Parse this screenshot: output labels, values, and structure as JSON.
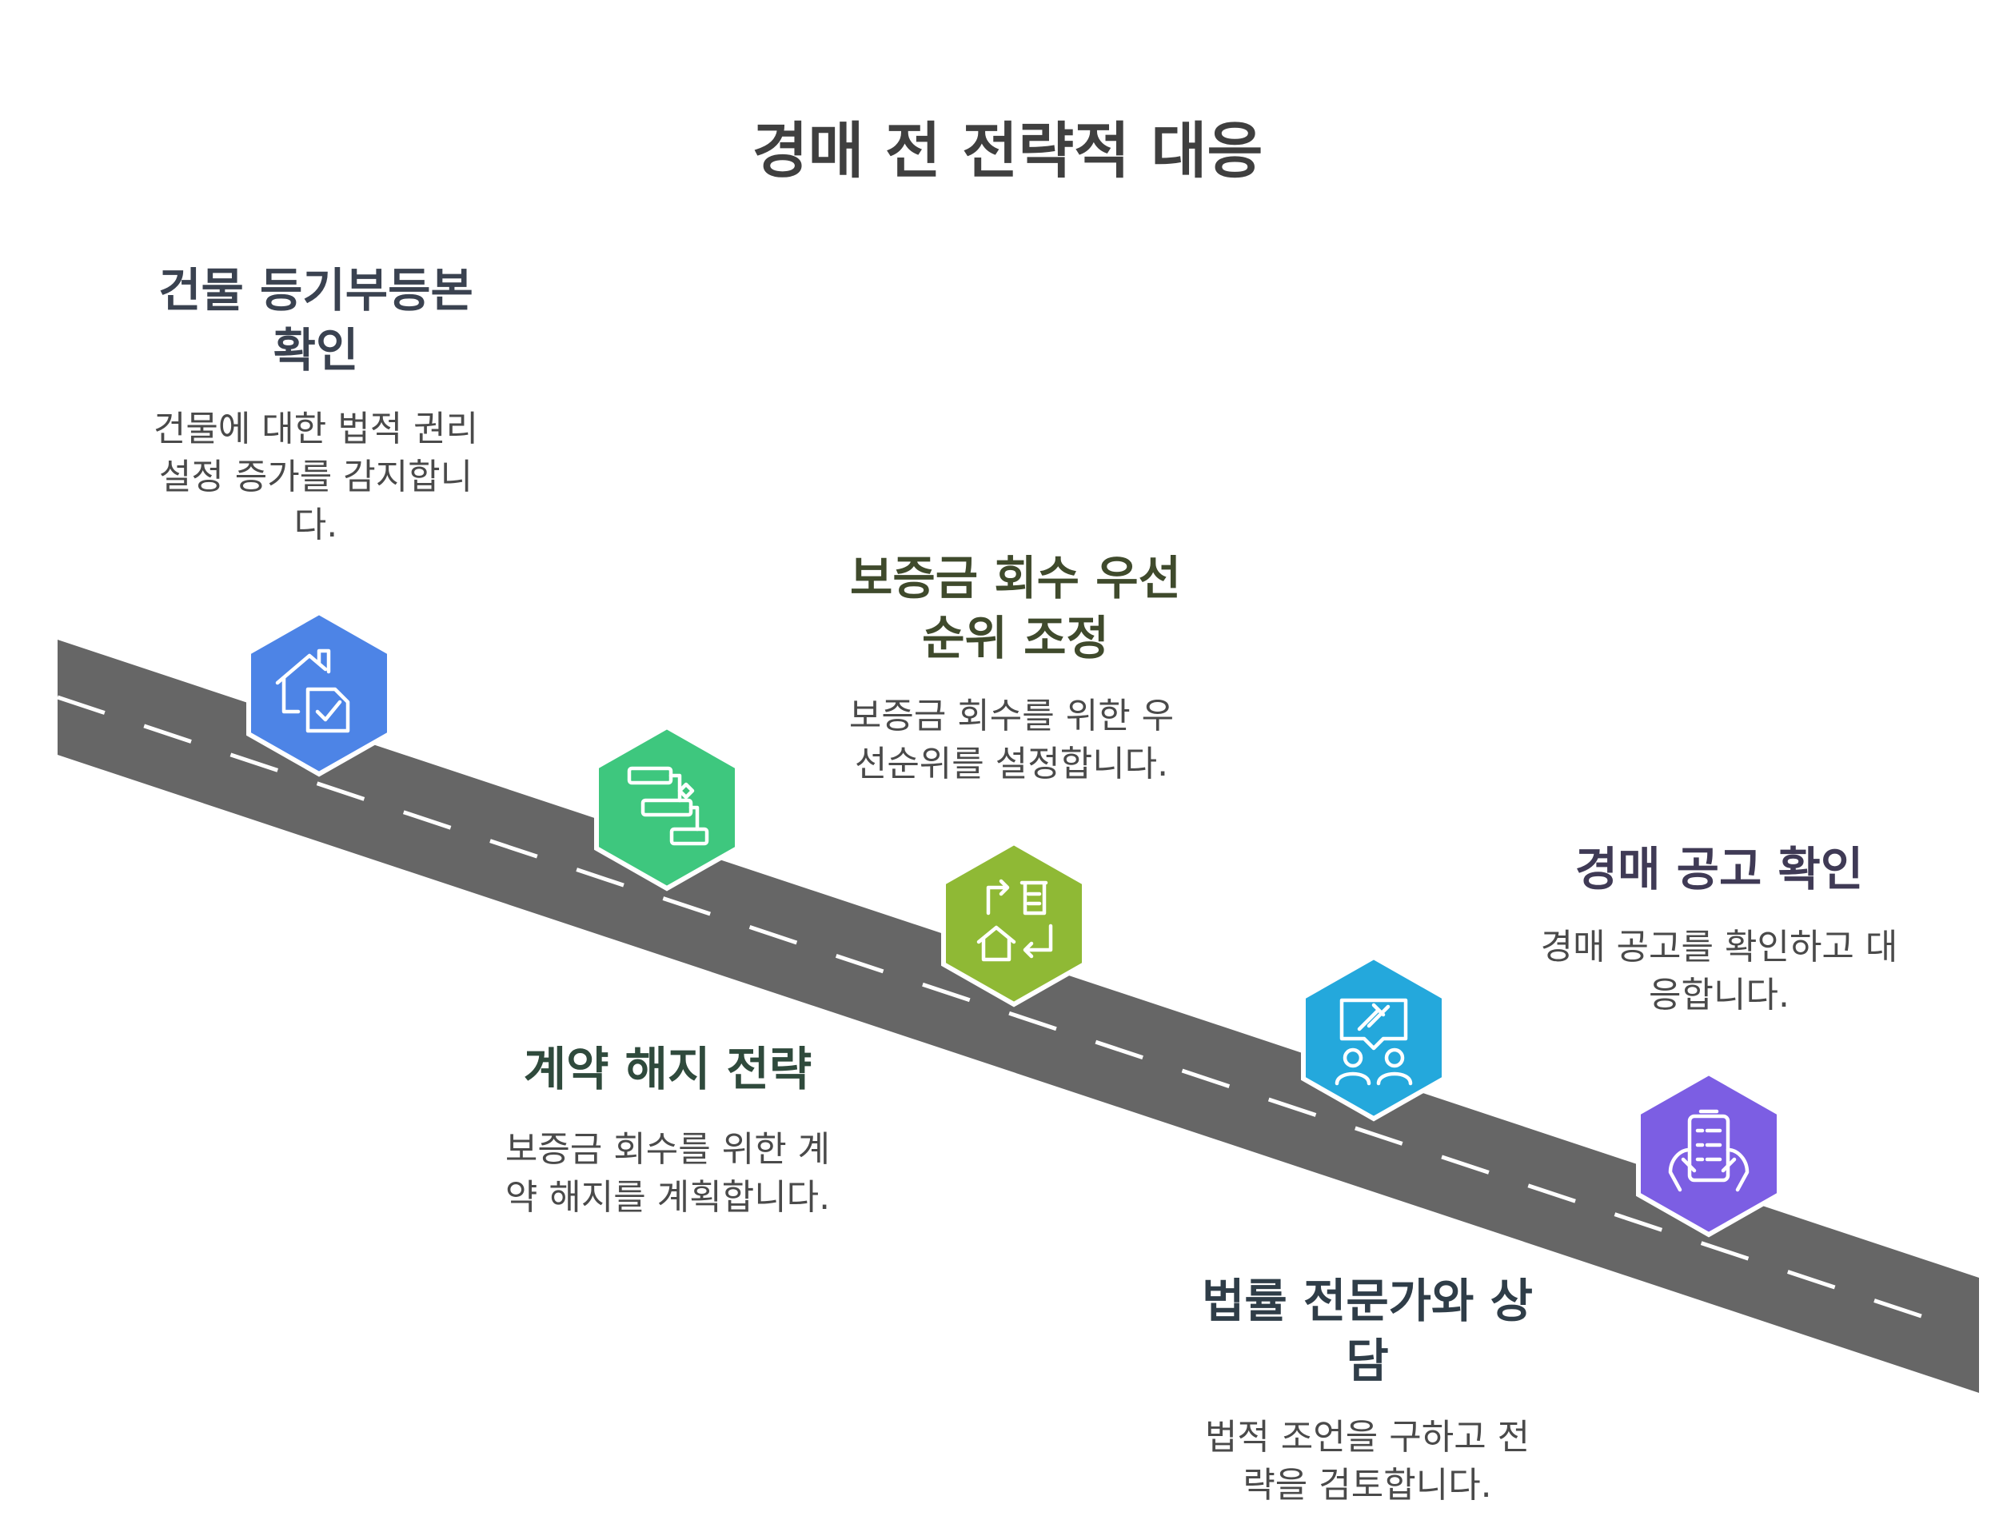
{
  "title": "경매 전 전략적 대응",
  "steps": [
    {
      "title": "건물 등기부등본 확인",
      "description": "건물에 대한 법적 권리 설정 증가를 감지합니다.",
      "color": "#4d84e6",
      "title_color": "#3a4250",
      "icon": "house-document-check-icon"
    },
    {
      "title": "계약 해지 전략",
      "description": "보증금 회수를 위한 계약 해지를 계획합니다.",
      "color": "#3ec77e",
      "title_color": "#2f4a3c",
      "icon": "gantt-timeline-icon"
    },
    {
      "title": "보증금 회수 우선순위 조정",
      "description": "보증금 회수를 위한 우선순위를 설정합니다.",
      "color": "#8fb935",
      "title_color": "#3f4a2c",
      "icon": "house-transfer-icon"
    },
    {
      "title": "법률 전문가와 상담",
      "description": "법적 조언을 구하고 전략을 검토합니다.",
      "color": "#24a8dc",
      "title_color": "#2f3d48",
      "icon": "legal-consultation-icon"
    },
    {
      "title": "경매 공고 확인",
      "description": "경매 공고를 확인하고 대응합니다.",
      "color": "#7c5ee3",
      "title_color": "#3f3a55",
      "icon": "hand-notice-icon"
    }
  ],
  "colors": {
    "road": "#666666",
    "road_dash": "#ffffff"
  }
}
